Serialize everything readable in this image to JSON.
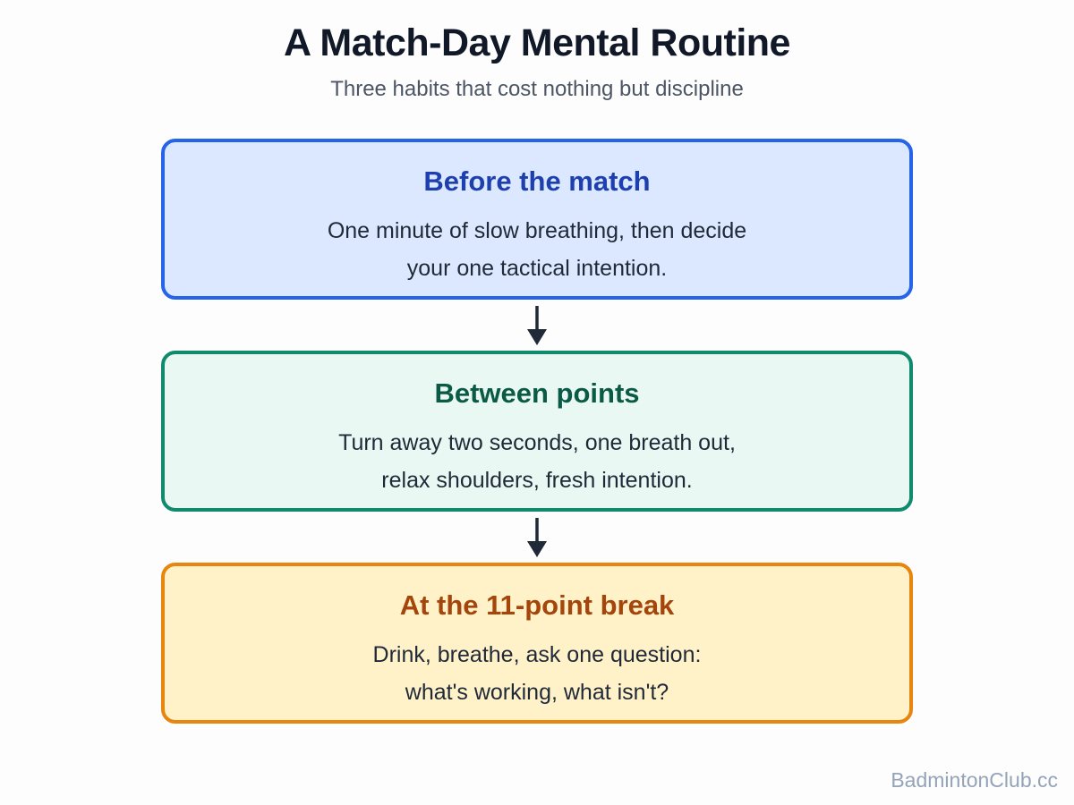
{
  "title": "A Match-Day Mental Routine",
  "subtitle": "Three habits that cost nothing but discipline",
  "steps": [
    {
      "title": "Before the match",
      "lines": [
        "One minute of slow breathing, then decide",
        "your one tactical intention."
      ],
      "border_color": "#2563eb",
      "fill_color": "#dbe8ff",
      "title_color": "#1e40af"
    },
    {
      "title": "Between points",
      "lines": [
        "Turn away two seconds, one breath out,",
        "relax shoulders, fresh intention."
      ],
      "border_color": "#0f8a6c",
      "fill_color": "#eaf8f4",
      "title_color": "#0b5a45"
    },
    {
      "title": "At the 11-point break",
      "lines": [
        "Drink, breathe, ask one question:",
        "what's working, what isn't?"
      ],
      "border_color": "#e8850e",
      "fill_color": "#fff1c8",
      "title_color": "#a4460c"
    }
  ],
  "arrow_color": "#1f2937",
  "watermark": "BadmintonClub.cc"
}
